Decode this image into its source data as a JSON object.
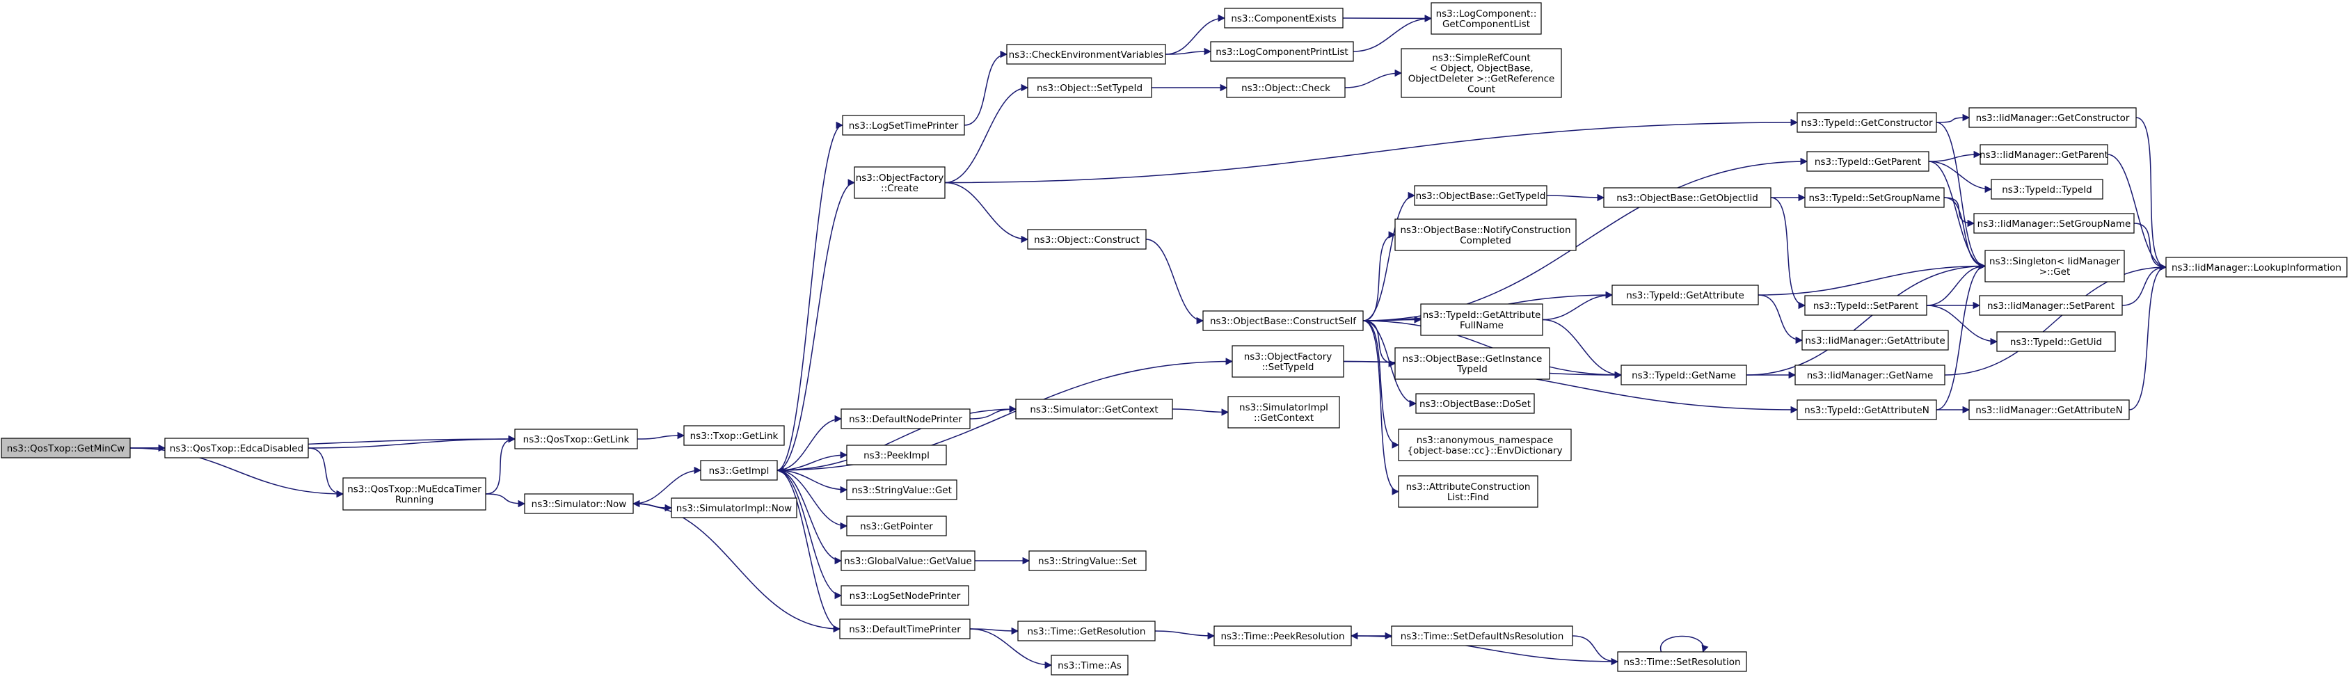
{
  "graph": {
    "edge_color": "#191970",
    "root_fill": "#bfbfbf",
    "nodes": [
      {
        "id": "GetMinCw",
        "lines": [
          "ns3::QosTxop::GetMinCw"
        ],
        "root": true
      },
      {
        "id": "EdcaDisabled",
        "lines": [
          "ns3::QosTxop::EdcaDisabled"
        ]
      },
      {
        "id": "MuEdca",
        "lines": [
          "ns3::QosTxop::MuEdcaTimer",
          "Running"
        ]
      },
      {
        "id": "QosGetLink",
        "lines": [
          "ns3::QosTxop::GetLink"
        ]
      },
      {
        "id": "TxopGetLink",
        "lines": [
          "ns3::Txop::GetLink"
        ]
      },
      {
        "id": "SimNow",
        "lines": [
          "ns3::Simulator::Now"
        ]
      },
      {
        "id": "SimImplNow",
        "lines": [
          "ns3::SimulatorImpl::Now"
        ]
      },
      {
        "id": "GetImpl",
        "lines": [
          "ns3::GetImpl"
        ]
      },
      {
        "id": "LogSetTimePrinter",
        "lines": [
          "ns3::LogSetTimePrinter"
        ]
      },
      {
        "id": "OFCreate",
        "lines": [
          "ns3::ObjectFactory",
          "::Create"
        ]
      },
      {
        "id": "DefaultNodePrinter",
        "lines": [
          "ns3::DefaultNodePrinter"
        ]
      },
      {
        "id": "PeekImpl",
        "lines": [
          "ns3::PeekImpl"
        ]
      },
      {
        "id": "StringValueGet",
        "lines": [
          "ns3::StringValue::Get"
        ]
      },
      {
        "id": "GetPointer",
        "lines": [
          "ns3::GetPointer"
        ]
      },
      {
        "id": "GVGetValue",
        "lines": [
          "ns3::GlobalValue::GetValue"
        ]
      },
      {
        "id": "LogSetNodePrinter",
        "lines": [
          "ns3::LogSetNodePrinter"
        ]
      },
      {
        "id": "DefaultTimePrinter",
        "lines": [
          "ns3::DefaultTimePrinter"
        ]
      },
      {
        "id": "CheckEnv",
        "lines": [
          "ns3::CheckEnvironmentVariables"
        ]
      },
      {
        "id": "ComponentExists",
        "lines": [
          "ns3::ComponentExists"
        ]
      },
      {
        "id": "LogComponentPrintList",
        "lines": [
          "ns3::LogComponentPrintList"
        ]
      },
      {
        "id": "LCGetComponentList",
        "lines": [
          "ns3::LogComponent::",
          "GetComponentList"
        ]
      },
      {
        "id": "ObjSetTypeId",
        "lines": [
          "ns3::Object::SetTypeId"
        ]
      },
      {
        "id": "ObjCheck",
        "lines": [
          "ns3::Object::Check"
        ]
      },
      {
        "id": "SimpleRefCount",
        "lines": [
          "ns3::SimpleRefCount",
          "< Object, ObjectBase,",
          "ObjectDeleter >::GetReference",
          "Count"
        ]
      },
      {
        "id": "ObjConstruct",
        "lines": [
          "ns3::Object::Construct"
        ]
      },
      {
        "id": "ConstructSelf",
        "lines": [
          "ns3::ObjectBase::ConstructSelf"
        ]
      },
      {
        "id": "OFSetTypeId",
        "lines": [
          "ns3::ObjectFactory",
          "::SetTypeId"
        ]
      },
      {
        "id": "SimGetContext",
        "lines": [
          "ns3::Simulator::GetContext"
        ]
      },
      {
        "id": "SimImplGetContext",
        "lines": [
          "ns3::SimulatorImpl",
          "::GetContext"
        ]
      },
      {
        "id": "StringValueSet",
        "lines": [
          "ns3::StringValue::Set"
        ]
      },
      {
        "id": "TimeGetResolution",
        "lines": [
          "ns3::Time::GetResolution"
        ]
      },
      {
        "id": "TimeAs",
        "lines": [
          "ns3::Time::As"
        ]
      },
      {
        "id": "TimePeekResolution",
        "lines": [
          "ns3::Time::PeekResolution"
        ]
      },
      {
        "id": "TimeSetDefaultNsRes",
        "lines": [
          "ns3::Time::SetDefaultNsResolution"
        ]
      },
      {
        "id": "TimeSetResolution",
        "lines": [
          "ns3::Time::SetResolution"
        ]
      },
      {
        "id": "OBGetTypeId",
        "lines": [
          "ns3::ObjectBase::GetTypeId"
        ]
      },
      {
        "id": "OBNotify",
        "lines": [
          "ns3::ObjectBase::NotifyConstruction",
          "Completed"
        ]
      },
      {
        "id": "TIGetAttrFullName",
        "lines": [
          "ns3::TypeId::GetAttribute",
          "FullName"
        ]
      },
      {
        "id": "OBGetInstanceTypeId",
        "lines": [
          "ns3::ObjectBase::GetInstance",
          "TypeId"
        ]
      },
      {
        "id": "OBDoSet",
        "lines": [
          "ns3::ObjectBase::DoSet"
        ]
      },
      {
        "id": "AnonEnvDict",
        "lines": [
          "ns3::anonymous_namespace",
          "{object-base::cc}::EnvDictionary"
        ]
      },
      {
        "id": "ACLFind",
        "lines": [
          "ns3::AttributeConstruction",
          "List::Find"
        ]
      },
      {
        "id": "OBGetObjectIid",
        "lines": [
          "ns3::ObjectBase::GetObjectIid"
        ]
      },
      {
        "id": "TIGetAttribute",
        "lines": [
          "ns3::TypeId::GetAttribute"
        ]
      },
      {
        "id": "TIGetName",
        "lines": [
          "ns3::TypeId::GetName"
        ]
      },
      {
        "id": "TIGetConstructor",
        "lines": [
          "ns3::TypeId::GetConstructor"
        ]
      },
      {
        "id": "TIGetParent",
        "lines": [
          "ns3::TypeId::GetParent"
        ]
      },
      {
        "id": "TISetGroupName",
        "lines": [
          "ns3::TypeId::SetGroupName"
        ]
      },
      {
        "id": "TISetParent",
        "lines": [
          "ns3::TypeId::SetParent"
        ]
      },
      {
        "id": "IMGetAttribute",
        "lines": [
          "ns3::IidManager::GetAttribute"
        ]
      },
      {
        "id": "IMGetName",
        "lines": [
          "ns3::IidManager::GetName"
        ]
      },
      {
        "id": "TIGetAttributeN",
        "lines": [
          "ns3::TypeId::GetAttributeN"
        ]
      },
      {
        "id": "IMGetConstructor",
        "lines": [
          "ns3::IidManager::GetConstructor"
        ]
      },
      {
        "id": "IMGetParent",
        "lines": [
          "ns3::IidManager::GetParent"
        ]
      },
      {
        "id": "TITypeId",
        "lines": [
          "ns3::TypeId::TypeId"
        ]
      },
      {
        "id": "IMSetGroupName",
        "lines": [
          "ns3::IidManager::SetGroupName"
        ]
      },
      {
        "id": "SingletonGet",
        "lines": [
          "ns3::Singleton< IidManager",
          ">::Get"
        ]
      },
      {
        "id": "IMSetParent",
        "lines": [
          "ns3::IidManager::SetParent"
        ]
      },
      {
        "id": "TIGetUid",
        "lines": [
          "ns3::TypeId::GetUid"
        ]
      },
      {
        "id": "IMGetAttributeN",
        "lines": [
          "ns3::IidManager::GetAttributeN"
        ]
      },
      {
        "id": "IMLookupInformation",
        "lines": [
          "ns3::IidManager::LookupInformation"
        ]
      }
    ],
    "edges": [
      [
        "GetMinCw",
        "EdcaDisabled"
      ],
      [
        "GetMinCw",
        "QosGetLink"
      ],
      [
        "GetMinCw",
        "MuEdca"
      ],
      [
        "EdcaDisabled",
        "QosGetLink"
      ],
      [
        "EdcaDisabled",
        "MuEdca"
      ],
      [
        "MuEdca",
        "QosGetLink"
      ],
      [
        "MuEdca",
        "SimNow"
      ],
      [
        "QosGetLink",
        "TxopGetLink"
      ],
      [
        "SimNow",
        "GetImpl"
      ],
      [
        "SimNow",
        "SimImplNow"
      ],
      [
        "GetImpl",
        "LogSetTimePrinter"
      ],
      [
        "GetImpl",
        "OFCreate"
      ],
      [
        "GetImpl",
        "OFSetTypeId"
      ],
      [
        "GetImpl",
        "DefaultNodePrinter"
      ],
      [
        "GetImpl",
        "PeekImpl"
      ],
      [
        "GetImpl",
        "StringValueGet"
      ],
      [
        "GetImpl",
        "GetPointer"
      ],
      [
        "GetImpl",
        "GVGetValue"
      ],
      [
        "GetImpl",
        "LogSetNodePrinter"
      ],
      [
        "GetImpl",
        "DefaultTimePrinter"
      ],
      [
        "LogSetTimePrinter",
        "CheckEnv"
      ],
      [
        "CheckEnv",
        "ComponentExists"
      ],
      [
        "CheckEnv",
        "LogComponentPrintList"
      ],
      [
        "ComponentExists",
        "LCGetComponentList"
      ],
      [
        "LogComponentPrintList",
        "LCGetComponentList"
      ],
      [
        "OFCreate",
        "ObjSetTypeId"
      ],
      [
        "OFCreate",
        "ObjConstruct"
      ],
      [
        "OFCreate",
        "TIGetConstructor"
      ],
      [
        "ObjSetTypeId",
        "ObjCheck"
      ],
      [
        "ObjCheck",
        "SimpleRefCount"
      ],
      [
        "ObjConstruct",
        "ConstructSelf"
      ],
      [
        "DefaultNodePrinter",
        "SimGetContext"
      ],
      [
        "SimGetContext",
        "GetImpl"
      ],
      [
        "SimGetContext",
        "SimImplGetContext"
      ],
      [
        "GVGetValue",
        "StringValueSet"
      ],
      [
        "DefaultTimePrinter",
        "SimNow"
      ],
      [
        "DefaultTimePrinter",
        "TimeGetResolution"
      ],
      [
        "DefaultTimePrinter",
        "TimeAs"
      ],
      [
        "TimeGetResolution",
        "TimePeekResolution"
      ],
      [
        "TimePeekResolution",
        "TimeSetDefaultNsRes"
      ],
      [
        "TimeSetDefaultNsRes",
        "TimeSetResolution"
      ],
      [
        "TimeSetResolution",
        "TimePeekResolution"
      ],
      [
        "TimeSetResolution",
        "TimeSetResolution"
      ],
      [
        "OFSetTypeId",
        "TIGetName"
      ],
      [
        "OFSetTypeId",
        "TIGetAttributeN"
      ],
      [
        "ConstructSelf",
        "OBGetTypeId"
      ],
      [
        "ConstructSelf",
        "OBNotify"
      ],
      [
        "ConstructSelf",
        "TIGetAttrFullName"
      ],
      [
        "ConstructSelf",
        "OBGetInstanceTypeId"
      ],
      [
        "ConstructSelf",
        "OBDoSet"
      ],
      [
        "ConstructSelf",
        "AnonEnvDict"
      ],
      [
        "ConstructSelf",
        "ACLFind"
      ],
      [
        "ConstructSelf",
        "TIGetAttribute"
      ],
      [
        "ConstructSelf",
        "TIGetParent"
      ],
      [
        "ConstructSelf",
        "TIGetName"
      ],
      [
        "OBGetTypeId",
        "OBGetObjectIid"
      ],
      [
        "OBGetObjectIid",
        "TISetGroupName"
      ],
      [
        "OBGetObjectIid",
        "TISetParent"
      ],
      [
        "TIGetAttrFullName",
        "TIGetAttribute"
      ],
      [
        "TIGetAttrFullName",
        "TIGetName"
      ],
      [
        "TIGetAttribute",
        "SingletonGet"
      ],
      [
        "TIGetAttribute",
        "IMGetAttribute"
      ],
      [
        "TIGetName",
        "SingletonGet"
      ],
      [
        "TIGetName",
        "IMGetName"
      ],
      [
        "TIGetConstructor",
        "IMGetConstructor"
      ],
      [
        "TIGetConstructor",
        "SingletonGet"
      ],
      [
        "TIGetParent",
        "IMGetParent"
      ],
      [
        "TIGetParent",
        "TITypeId"
      ],
      [
        "TIGetParent",
        "SingletonGet"
      ],
      [
        "TISetGroupName",
        "IMSetGroupName"
      ],
      [
        "TISetGroupName",
        "SingletonGet"
      ],
      [
        "TISetParent",
        "SingletonGet"
      ],
      [
        "TISetParent",
        "IMSetParent"
      ],
      [
        "TISetParent",
        "TIGetUid"
      ],
      [
        "TIGetAttributeN",
        "SingletonGet"
      ],
      [
        "TIGetAttributeN",
        "IMGetAttributeN"
      ],
      [
        "IMGetConstructor",
        "IMLookupInformation"
      ],
      [
        "IMGetParent",
        "IMLookupInformation"
      ],
      [
        "IMSetGroupName",
        "IMLookupInformation"
      ],
      [
        "IMSetParent",
        "IMLookupInformation"
      ],
      [
        "IMGetName",
        "IMLookupInformation"
      ],
      [
        "IMGetAttributeN",
        "IMLookupInformation"
      ]
    ]
  }
}
